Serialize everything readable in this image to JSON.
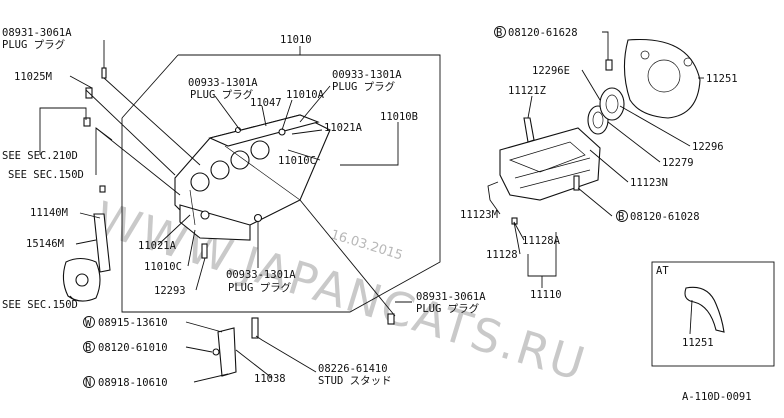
{
  "watermark": "WWW.JAPANCATS.RU",
  "date_stamp": "16.03.2015",
  "diagram_code": "A-110D-0091",
  "inset_label": "AT",
  "labels": {
    "p08931_top": "08931-3061A",
    "plug_top": "PLUG プラグ",
    "p11025M": "11025M",
    "see210D": "SEE SEC.210D",
    "see150D_a": "SEE SEC.150D",
    "p11140M": "11140M",
    "p15146M": "15146M",
    "see150D_b": "SEE SEC.150D",
    "p11010": "11010",
    "p00933_a": "00933-1301A",
    "plug_a": "PLUG プラグ",
    "p11047": "11047",
    "p11010A": "11010A",
    "p00933_b": "00933-1301A",
    "plug_b": "PLUG プラグ",
    "p11021A_r": "11021A",
    "p11010B": "11010B",
    "p11010C_r": "11010C",
    "p11021A_l": "11021A",
    "p11010C_l": "11010C",
    "p12293": "12293",
    "p00933_c": "00933-1301A",
    "plug_c": "PLUG プラグ",
    "p08931_bot": "08931-3061A",
    "plug_bot": "PLUG プラグ",
    "p08915": "08915-13610",
    "p08120_010": "08120-61010",
    "p08918": "08918-10610",
    "p11038": "11038",
    "p08226": "08226-61410",
    "stud": "STUD スタッド",
    "p08120_628": "08120-61628",
    "p12296E": "12296E",
    "p11121Z": "11121Z",
    "p11251_top": "11251",
    "p12296": "12296",
    "p12279": "12279",
    "p11123N": "11123N",
    "p08120_028": "08120-61028",
    "p11123M": "11123M",
    "p11128A": "11128A",
    "p11128": "11128",
    "p11110": "11110",
    "p11251_at": "11251"
  },
  "markers": {
    "W": "W",
    "B": "B",
    "N": "N"
  }
}
